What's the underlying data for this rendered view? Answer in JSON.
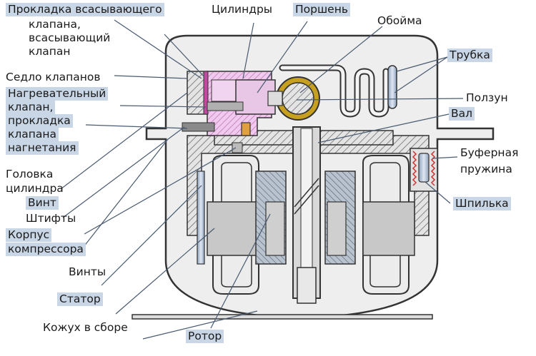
{
  "labels": {
    "suction_gasket": [
      "Прокладка всасывающего",
      "клапана,",
      "всасывающий",
      "клапан"
    ],
    "valve_seat": "Седло клапанов",
    "discharge": [
      "Нагревательный",
      "клапан,",
      "прокладка",
      "клапана",
      "нагнетания"
    ],
    "cylinder_head": [
      "Головка",
      "цилиндра"
    ],
    "screw": "Винт",
    "pins": "Штифты",
    "housing": [
      "Корпус",
      "компрессора"
    ],
    "screws": "Винты",
    "stator": "Статор",
    "casing": "Кожух в сборе",
    "rotor": "Ротор",
    "cylinders": "Цилиндры",
    "piston": "Поршень",
    "cage": "Обойма",
    "tube": "Трубка",
    "slider": "Ползун",
    "shaft": "Вал",
    "buffer_spring": [
      "Буферная",
      "пружина"
    ],
    "stud": "Шпилька"
  },
  "colors": {
    "casing_fill": "#eeeeee",
    "stroke": "#333333",
    "hatch": "#444444",
    "highlight": "#c9d6e6",
    "piston_fill": "#e8b8e8",
    "stator_fill": "#c8c8c8",
    "leader": "#4a5a70"
  }
}
